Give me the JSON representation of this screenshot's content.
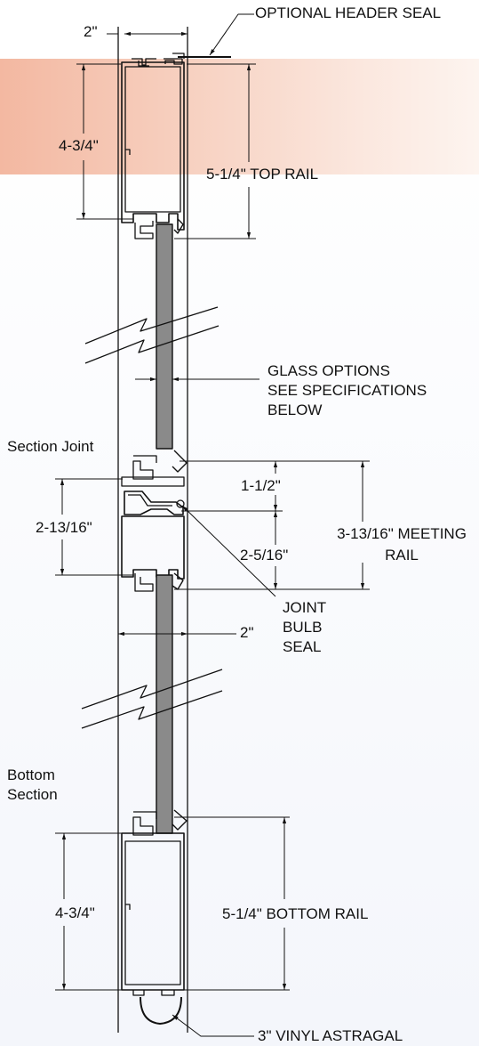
{
  "labels": {
    "top_width": "2\"",
    "header_seal": "OPTIONAL HEADER SEAL",
    "top_rail_height": "4-3/4\"",
    "top_rail": "5-1/4\" TOP RAIL",
    "glass_options": "GLASS OPTIONS\nSEE SPECIFICATIONS\nBELOW",
    "section_joint": "Section Joint",
    "joint_upper": "1-1/2\"",
    "joint_lower": "2-5/16\"",
    "meeting_rail_height": "2-13/16\"",
    "meeting_rail": "3-13/16\" MEETING\nRAIL",
    "mid_width": "2\"",
    "joint_seal": "JOINT\nBULB\nSEAL",
    "bottom_section": "Bottom\nSection",
    "bottom_rail_height": "4-3/4\"",
    "bottom_rail": "5-1/4\" BOTTOM RAIL",
    "astragal": "3\" VINYL ASTRAGAL"
  },
  "colors": {
    "band": "#f3b8a1",
    "glass": "#8a8a8a",
    "line": "#111111"
  }
}
